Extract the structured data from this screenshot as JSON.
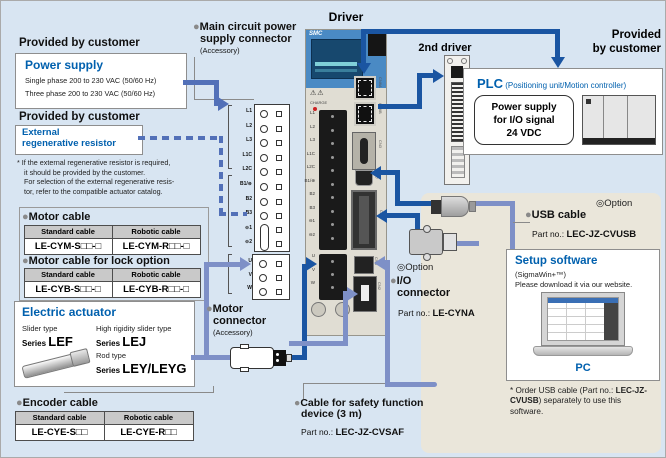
{
  "colors": {
    "accent": "#0060ae",
    "dark_line": "#1a55a2",
    "medium_line": "#7e90c7",
    "power_line": "#5270b8",
    "background": "#d8e5f2",
    "beige": "#eae6da",
    "table_header": "#c9c9c9",
    "charge_led": "#cc2222"
  },
  "left": {
    "provided1": "Provided by customer",
    "provided2": "Provided by customer",
    "power_supply": {
      "title": "Power supply",
      "lines": [
        "Single phase 200 to 230 VAC (50/60 Hz)",
        "Three phase 200 to 230 VAC (50/60 Hz)"
      ]
    },
    "regen": {
      "title_line1": "External",
      "title_line2": "regenerative resistor",
      "note_lines": [
        "* If the external regenerative resistor is required,",
        "it should be provided by the customer.",
        "For selection of the external regenerative resis-",
        "tor, refer to the compatible actuator catalog."
      ]
    },
    "motor_cable": {
      "bullet": "●",
      "title": "Motor cable",
      "headers": [
        "Standard cable",
        "Robotic cable"
      ],
      "parts": [
        "LE-CYM-S□□-□",
        "LE-CYM-R□□-□"
      ]
    },
    "motor_cable_lock": {
      "bullet": "●",
      "title": "Motor cable for lock option",
      "headers": [
        "Standard cable",
        "Robotic cable"
      ],
      "parts": [
        "LE-CYB-S□□-□",
        "LE-CYB-R□□-□"
      ]
    },
    "actuator": {
      "title": "Electric actuator",
      "slider_label": "Slider type",
      "slider_series": "Series ",
      "slider_model": "LEF",
      "hr_label": "High rigidity slider type",
      "hr_series": "Series ",
      "hr_model": "LEJ",
      "rod_label": "Rod type",
      "rod_series": "Series ",
      "rod_model": "LEY/LEYG"
    },
    "encoder_cable": {
      "bullet": "●",
      "title": "Encoder cable",
      "headers": [
        "Standard cable",
        "Robotic cable"
      ],
      "parts": [
        "LE-CYE-S□□",
        "LE-CYE-R□□"
      ]
    }
  },
  "center": {
    "main_conn": {
      "bullet": "●",
      "title_line1": "Main circuit power",
      "title_line2": "supply connector",
      "accessory": "(Accessory)"
    },
    "pins_upper": [
      "L1",
      "L2",
      "L3",
      "L1C",
      "L2C",
      "B1/⊕",
      "B2",
      "B3",
      "⊖1",
      "⊖2"
    ],
    "pins_lower": [
      "U",
      "V",
      "W"
    ],
    "driver_title": "Driver",
    "driver": {
      "brand": "SMC",
      "warn": "⚠⚠",
      "charge": "CHARGE",
      "terminals": [
        "L1",
        "L2",
        "L3",
        "L1C",
        "L2C",
        "B1/⊕",
        "B2",
        "B3",
        "⊖1",
        "⊖2",
        "U",
        "V",
        "W"
      ],
      "connectors": [
        "CN6A",
        "CN6B",
        "CN3",
        "CN7",
        "CN1",
        "CN8",
        "CN2"
      ]
    },
    "motor_connector": {
      "bullet": "●",
      "title_line1": "Motor",
      "title_line2": "connector",
      "accessory": "(Accessory)"
    },
    "safety": {
      "bullet": "●",
      "line1": "Cable for safety function",
      "line2": "device (3 m)",
      "part_prefix": "Part no.: ",
      "part": "LEC-JZ-CVSAF"
    }
  },
  "right": {
    "second_driver_label": "2nd driver",
    "provided_line1": "Provided",
    "provided_line2": "by customer",
    "plc": {
      "name": "PLC",
      "desc": " (Positioning unit/Motion controller)",
      "ps_lines": [
        "Power supply",
        "for I/O signal",
        "24 VDC"
      ]
    },
    "option_top": "◎Option",
    "usb": {
      "bullet": "●",
      "title": "USB cable",
      "part_prefix": "Part no.: ",
      "part": "LEC-JZ-CVUSB"
    },
    "io": {
      "option": "◎Option",
      "bullet": "●",
      "line1": "I/O",
      "line2": "connector",
      "part_prefix": "Part no.: ",
      "part": "LE-CYNA"
    },
    "setup": {
      "title": "Setup software",
      "sub": "(SigmaWin+™)",
      "desc": "Please download it via our website.",
      "pc": "PC",
      "note_star": "* ",
      "note_pre": "Order USB cable (Part no.: ",
      "note_part": "LEC-JZ-CVUSB",
      "note_post": ") separately to use this software."
    }
  }
}
